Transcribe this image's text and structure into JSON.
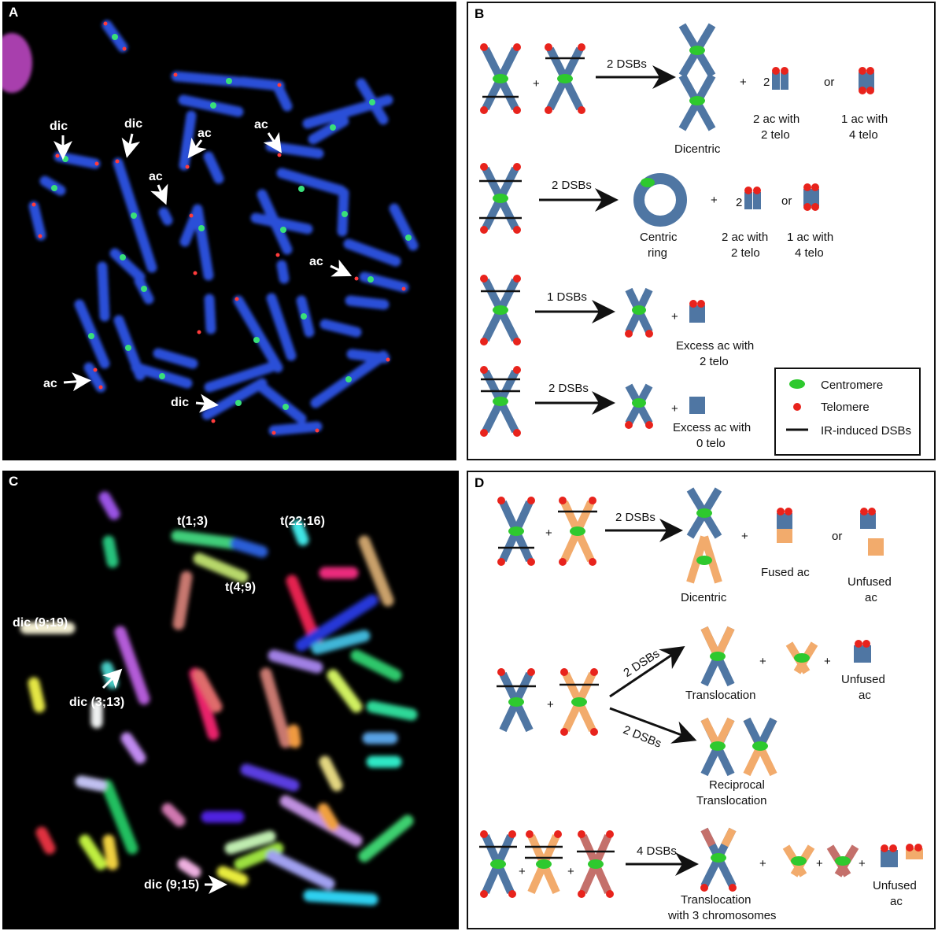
{
  "panels": {
    "a": {
      "label": "A",
      "annotations": [
        "dic",
        "dic",
        "ac",
        "ac",
        "ac",
        "ac",
        "ac",
        "dic"
      ]
    },
    "b": {
      "label": "B",
      "rows": [
        {
          "arrow": "2 DSBs",
          "result": "Dicentric",
          "fragments": [
            {
              "multiplier": "2",
              "caption1": "2 ac with",
              "caption2": "2 telo"
            },
            {
              "caption1": "1 ac with",
              "caption2": "4 telo"
            }
          ],
          "or": "or"
        },
        {
          "arrow": "2 DSBs",
          "result1": "Centric",
          "result2": "ring",
          "fragments": [
            {
              "multiplier": "2",
              "caption1": "2 ac with",
              "caption2": "2 telo"
            },
            {
              "caption1": "1 ac with",
              "caption2": "4 telo"
            }
          ],
          "or": "or"
        },
        {
          "arrow": "1 DSBs",
          "caption1": "Excess ac with",
          "caption2": "2 telo"
        },
        {
          "arrow": "2 DSBs",
          "caption1": "Excess ac with",
          "caption2": "0 telo"
        }
      ],
      "legend": [
        {
          "symbol": "centromere",
          "label": "Centromere"
        },
        {
          "symbol": "telomere",
          "label": "Telomere"
        },
        {
          "symbol": "dsb",
          "label": "IR-induced DSBs"
        }
      ]
    },
    "c": {
      "label": "C",
      "annotations": [
        "t(1;3)",
        "t(22;16)",
        "t(4;9)",
        "dic (9;19)",
        "dic (3;13)",
        "dic (9;15)"
      ]
    },
    "d": {
      "label": "D",
      "rows": [
        {
          "arrow": "2 DSBs",
          "result": "Dicentric",
          "fused": "Fused ac",
          "or": "or",
          "unfused1": "Unfused",
          "unfused2": "ac"
        },
        {
          "arrow_up": "2 DSBs",
          "arrow_down": "2 DSBs",
          "result_up": "Translocation",
          "unfused1": "Unfused",
          "unfused2": "ac",
          "result_down1": "Reciprocal",
          "result_down2": "Translocation"
        },
        {
          "arrow": "4 DSBs",
          "result1": "Translocation",
          "result2": "with 3 chromosomes",
          "unfused1": "Unfused",
          "unfused2": "ac"
        }
      ]
    },
    "plus": "+"
  },
  "colors": {
    "blue": "#4f76a3",
    "orange": "#f2ab6c",
    "brick": "#c4706b",
    "green": "#2ec92e",
    "red": "#e8231c",
    "black": "#111111"
  }
}
